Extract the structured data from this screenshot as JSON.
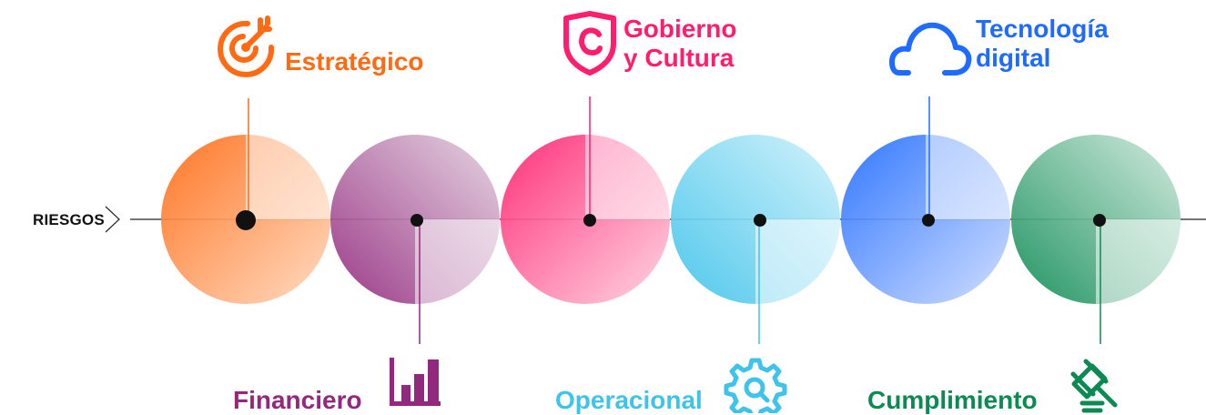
{
  "axis": {
    "label": "RIESGOS"
  },
  "risks": [
    {
      "id": "estrategico",
      "label_lines": [
        "Estratégico"
      ],
      "icon": "target-icon",
      "color": "#ff6a13",
      "light": "#ffd9bd"
    },
    {
      "id": "financiero",
      "label_lines": [
        "Financiero"
      ],
      "icon": "bar-chart-icon",
      "color": "#93297e",
      "light": "#e3d2df"
    },
    {
      "id": "gobierno",
      "label_lines": [
        "Gobierno",
        "y Cultura"
      ],
      "icon": "shield-icon",
      "color": "#ff1e6e",
      "light": "#ffd3e1"
    },
    {
      "id": "operacional",
      "label_lines": [
        "Operacional"
      ],
      "icon": "gear-icon",
      "color": "#3fc3ea",
      "light": "#d0f1fb"
    },
    {
      "id": "tecnologia",
      "label_lines": [
        "Tecnología",
        "digital"
      ],
      "icon": "cloud-icon",
      "color": "#1f6bff",
      "light": "#cddcff"
    },
    {
      "id": "cumplimiento",
      "label_lines": [
        "Cumplimiento"
      ],
      "icon": "gavel-icon",
      "color": "#0d8a54",
      "light": "#cfe9dc"
    }
  ]
}
